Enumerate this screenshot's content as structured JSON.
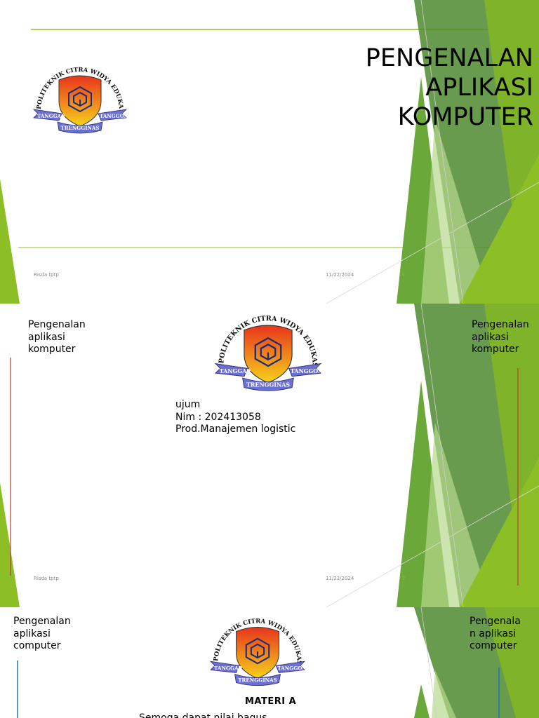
{
  "colors": {
    "accent_green": "#8cbf26",
    "dark_green": "#4e8a2e",
    "red_line": "#c0392b",
    "blue_line": "#1e73be"
  },
  "logo": {
    "arc_text": "POLITEKNIK CITRA WIDYA EDUKASI",
    "ribbon_left": "TANGGAP",
    "ribbon_right": "TANGGON",
    "ribbon_bottom": "TRENGGINAS",
    "icon": "shield-cube-logo"
  },
  "slide1": {
    "title_lines": [
      "PENGENALAN",
      "APLIKASI",
      "KOMPUTER"
    ],
    "footer_left": "Risda tptp",
    "footer_date": "11/22/2024",
    "page_number": "1"
  },
  "slide2": {
    "left_note": "Pengenalan\naplikasi\nkomputer",
    "right_note": "Pengenalan\naplikasi\nkomputer",
    "name": "ujum",
    "nim": "Nim : 202413058",
    "prodi": "Prod.Manajemen logistic",
    "footer_left": "Risda tptp",
    "footer_date": "11/22/2024",
    "page_number": "2"
  },
  "slide3": {
    "left_note": "Pengenalan\naplikasi\ncomputer",
    "right_note": "Pengenala\nn aplikasi\ncomputer",
    "heading": "MATERI A",
    "body_partial": "Semoga dapat nilai bagus"
  }
}
